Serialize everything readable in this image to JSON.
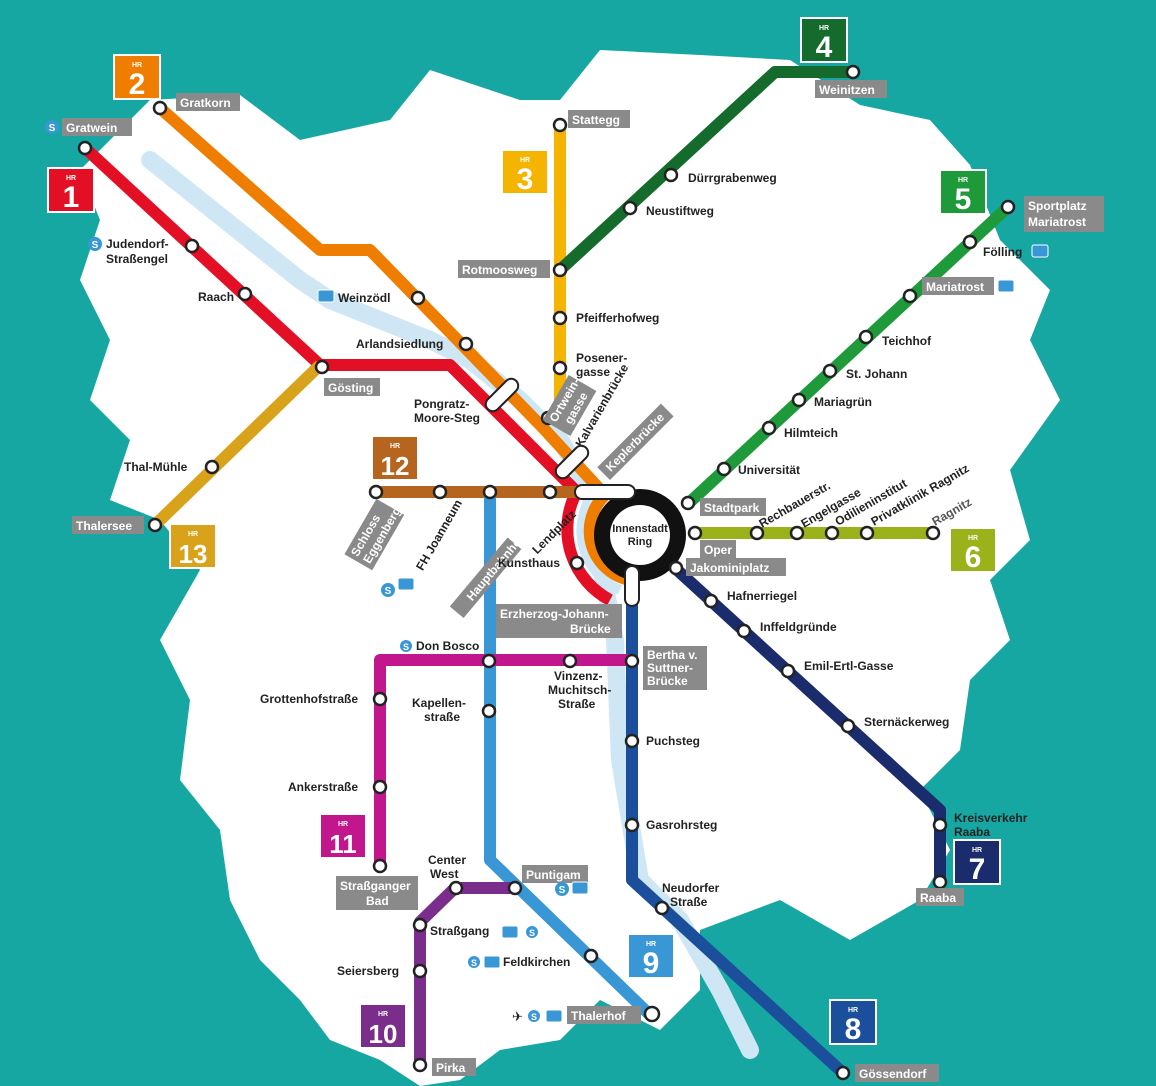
{
  "colors": {
    "sea": "#17a7a3",
    "land": "#ffffff",
    "river": "#cfe7f4",
    "label_box": "#8a8a8a",
    "ring_black": "#111111"
  },
  "lines": [
    {
      "id": "1",
      "color": "#e30f24",
      "hr": "HR",
      "number": "1"
    },
    {
      "id": "2",
      "color": "#ef7d00",
      "hr": "HR",
      "number": "2"
    },
    {
      "id": "3",
      "color": "#f4b400",
      "hr": "HR",
      "number": "3"
    },
    {
      "id": "4",
      "color": "#146b2c",
      "hr": "HR",
      "number": "4"
    },
    {
      "id": "5",
      "color": "#1e9a3b",
      "hr": "HR",
      "number": "5"
    },
    {
      "id": "6",
      "color": "#9cb21b",
      "hr": "HR",
      "number": "6"
    },
    {
      "id": "7",
      "color": "#1a2c6b",
      "hr": "HR",
      "number": "7"
    },
    {
      "id": "8",
      "color": "#1b4f9c",
      "hr": "HR",
      "number": "8"
    },
    {
      "id": "9",
      "color": "#3a97d6",
      "hr": "HR",
      "number": "9"
    },
    {
      "id": "10",
      "color": "#7b2d8b",
      "hr": "HR",
      "number": "10"
    },
    {
      "id": "11",
      "color": "#c2178c",
      "hr": "HR",
      "number": "11"
    },
    {
      "id": "12",
      "color": "#b5651d",
      "hr": "HR",
      "number": "12"
    },
    {
      "id": "13",
      "color": "#d9a21b",
      "hr": "HR",
      "number": "13"
    }
  ],
  "ring": {
    "line1": "Innenstadt",
    "line2": "Ring"
  },
  "stations": {
    "gratwein": "Gratwein",
    "gratkorn": "Gratkorn",
    "stattegg": "Stattegg",
    "weinitzen": "Weinitzen",
    "duerrgrabenweg": "Dürrgrabenweg",
    "neustiftweg": "Neustiftweg",
    "rotmoosweg": "Rotmoosweg",
    "pfeifferhofweg": "Pfeifferhofweg",
    "posener_1": "Posener-",
    "posener_2": "gasse",
    "ortweingasse_1": "Ortwein-",
    "ortweingasse_2": "gasse",
    "kalvarienbruecke": "Kalvarienbrücke",
    "keplerbruecke": "Keplerbrücke",
    "sportplatz_1": "Sportplatz",
    "sportplatz_2": "Mariatrost",
    "foelling": "Fölling",
    "mariatrost": "Mariatrost",
    "teichhof": "Teichhof",
    "st_johann": "St. Johann",
    "mariagruen": "Mariagrün",
    "hilmteich": "Hilmteich",
    "universitaet": "Universität",
    "judendorf_1": "Judendorf-",
    "judendorf_2": "Straßengel",
    "raach": "Raach",
    "weinzoedl": "Weinzödl",
    "arlandsiedlung": "Arlandsiedlung",
    "goesting": "Gösting",
    "pongratz_1": "Pongratz-",
    "pongratz_2": "Moore-Steg",
    "thal_muehle": "Thal-Mühle",
    "thalersee": "Thalersee",
    "schloss_1": "Schloss",
    "schloss_2": "Eggenberg",
    "fh_joanneum": "FH Joanneum",
    "hauptbahnhof": "Hauptbahnhof",
    "lendplatz": "Lendplatz",
    "stadtpark": "Stadtpark",
    "rechbauer": "Rechbauerstr.",
    "engelgasse": "Engelgasse",
    "odilien": "Odilieninstitut",
    "privatklinik": "Privatklinik Ragnitz",
    "ragnitz": "Ragnitz",
    "oper": "Oper",
    "kunsthaus": "Kunsthaus",
    "jakomini": "Jakominiplatz",
    "erzherzog_1": "Erzherzog-Johann-",
    "erzherzog_2": "Brücke",
    "hafnerriegel": "Hafnerriegel",
    "inffeld": "Inffeldgründe",
    "emil_ertl": "Emil-Ertl-Gasse",
    "sternaecker": "Sternäckerweg",
    "kreisverkehr_1": "Kreisverkehr",
    "kreisverkehr_2": "Raaba",
    "raaba": "Raaba",
    "don_bosco": "Don Bosco",
    "bertha_1": "Bertha v.",
    "bertha_2": "Suttner-",
    "bertha_3": "Brücke",
    "vinzenz_1": "Vinzenz-",
    "vinzenz_2": "Muchitsch-",
    "vinzenz_3": "Straße",
    "grottenhof": "Grottenhofstraße",
    "kapellen_1": "Kapellen-",
    "kapellen_2": "straße",
    "puchsteg": "Puchsteg",
    "ankerstrasse": "Ankerstraße",
    "gasrohrsteg": "Gasrohrsteg",
    "strassganger_1": "Straßganger",
    "strassganger_2": "Bad",
    "center_1": "Center",
    "center_2": "West",
    "puntigam": "Puntigam",
    "neudorfer_1": "Neudorfer",
    "neudorfer_2": "Straße",
    "strassgang": "Straßgang",
    "seiersberg": "Seiersberg",
    "feldkirchen": "Feldkirchen",
    "thalerhof": "Thalerhof",
    "pirka": "Pirka",
    "goessendorf": "Gössendorf"
  },
  "icons": {
    "sbahn": "S",
    "bus": "▭",
    "plane": "✈"
  }
}
